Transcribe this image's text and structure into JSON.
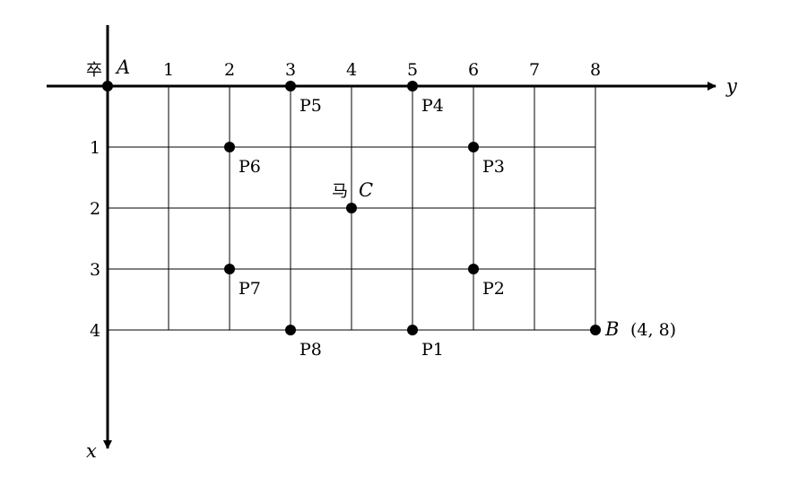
{
  "axes": {
    "y_label": "y",
    "x_label": "x",
    "y_ticks": [
      "1",
      "2",
      "3",
      "4",
      "5",
      "6",
      "7",
      "8"
    ],
    "x_ticks": [
      "1",
      "2",
      "3",
      "4"
    ]
  },
  "grid": {
    "rows": 4,
    "cols": 8
  },
  "special_points": [
    {
      "id": "A",
      "row": 0,
      "col": 0,
      "name": "A",
      "piece": "卒"
    },
    {
      "id": "C",
      "row": 2,
      "col": 4,
      "name": "C",
      "piece": "马"
    },
    {
      "id": "B",
      "row": 4,
      "col": 8,
      "name": "B",
      "coord": "(4, 8)"
    }
  ],
  "points": [
    {
      "label": "P1",
      "row": 4,
      "col": 5
    },
    {
      "label": "P2",
      "row": 3,
      "col": 6
    },
    {
      "label": "P3",
      "row": 1,
      "col": 6
    },
    {
      "label": "P4",
      "row": 0,
      "col": 5
    },
    {
      "label": "P5",
      "row": 0,
      "col": 3
    },
    {
      "label": "P6",
      "row": 1,
      "col": 2
    },
    {
      "label": "P7",
      "row": 3,
      "col": 2
    },
    {
      "label": "P8",
      "row": 4,
      "col": 3
    }
  ]
}
